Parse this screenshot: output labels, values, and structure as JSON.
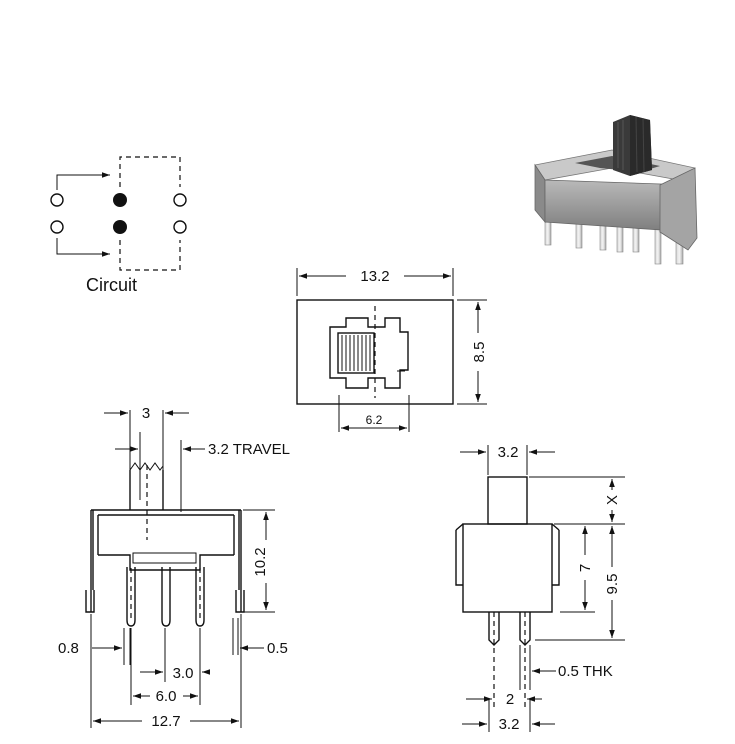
{
  "circuit": {
    "label": "Circuit"
  },
  "top_view": {
    "width": "13.2",
    "height": "8.5",
    "inner": "6.2"
  },
  "front_view": {
    "actuator_width": "3",
    "travel": "3.2 TRAVEL",
    "height": "10.2",
    "pin_width": "0.8",
    "pin_thk": "0.5",
    "pin_pitch": "3.0",
    "outer_pins": "6.0",
    "body_width": "12.7"
  },
  "side_view": {
    "actuator_width": "3.2",
    "x_label": "X",
    "body_height": "7",
    "total_height": "9.5",
    "thk": "0.5 THK",
    "pin_spacing": "2",
    "bottom_width": "3.2"
  },
  "colors": {
    "line": "#111111",
    "background": "#ffffff",
    "photo_body": "#8f8f8f",
    "photo_knob": "#3a3a3a"
  }
}
